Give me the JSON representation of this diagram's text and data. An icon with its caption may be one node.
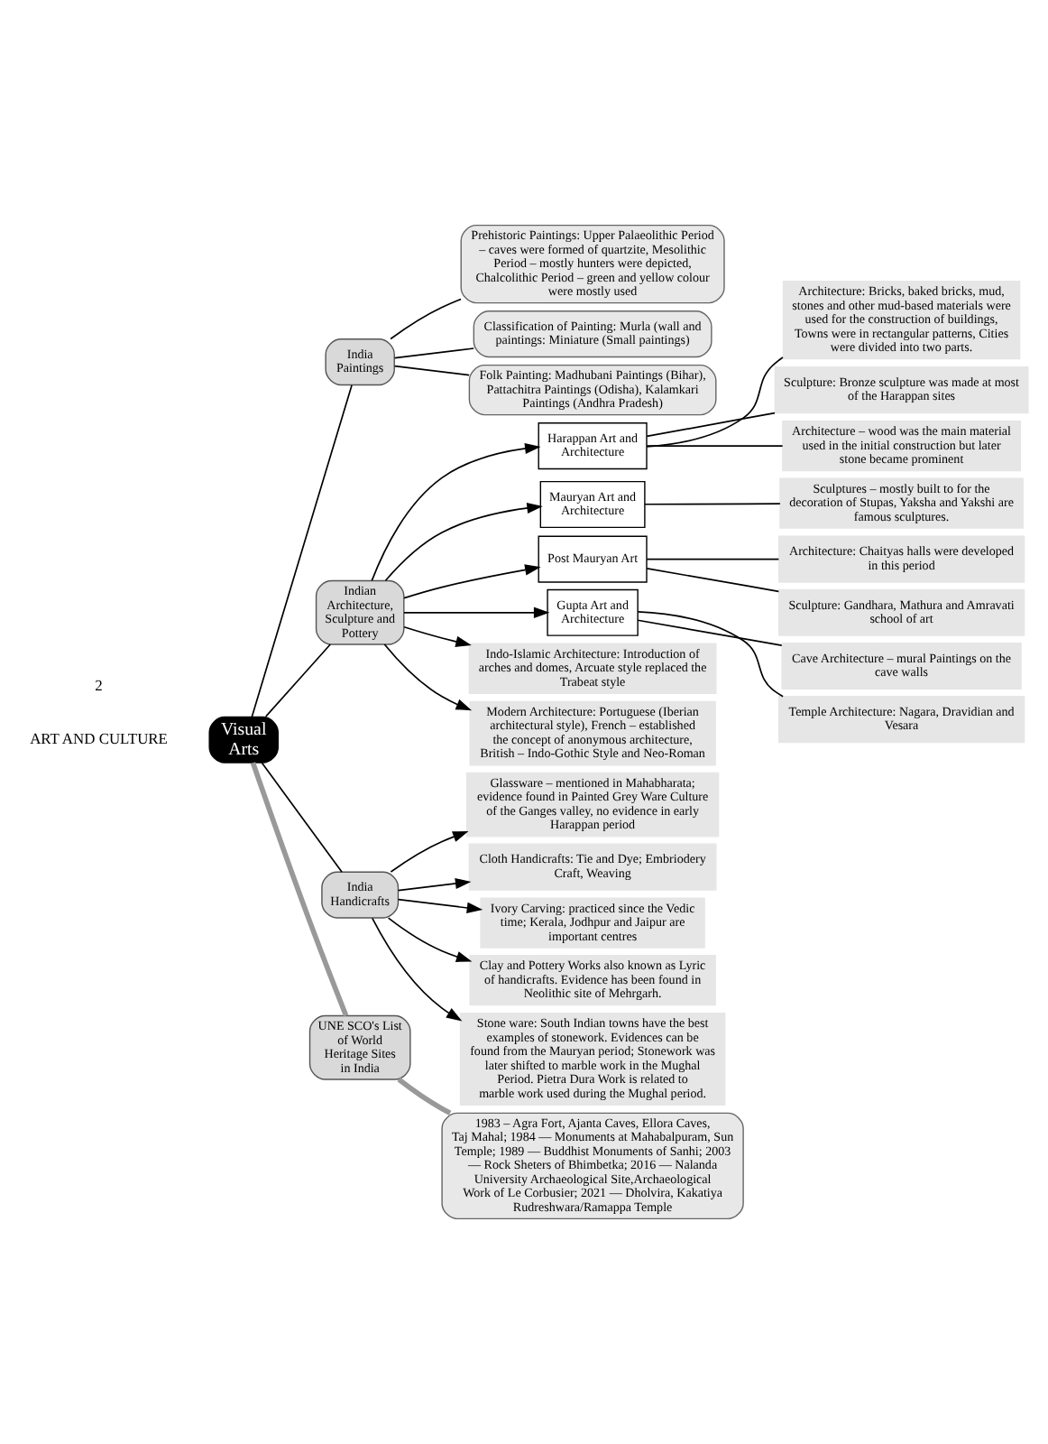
{
  "diagram": {
    "nodes": [
      {
        "text": [
          "Visual Arts"
        ]
      },
      {
        "text": [
          "India Paintings"
        ]
      },
      {
        "text": [
          "Prehistoric Paintings: Upper Palaeolithic Period – caves were formed of quartzite, Mesolithic Period – mostly hunters were depicted, Chalcolithic Period – green and yellow colour were mostly used"
        ]
      },
      {
        "text": [
          "Classification of Painting: Murla (wall and paintings: Miniature (Small paintings)"
        ]
      },
      {
        "text": [
          "Folk Painting: Madhubani Paintings (Bihar), Pattachitra Paintings (Odisha), Kalamkari Paintings (Andhra Pradesh)"
        ]
      },
      {
        "text": [
          "Indian Architecture, Sculpture and Pottery"
        ]
      },
      {
        "text": [
          "Harappan Art and Architecture"
        ]
      },
      {
        "text": [
          "Architecture: Bricks, baked bricks, mud, stones and other mud-based materials were used for the construction of buildings, Towns were in rectangular patterns, Cities were divided into two parts."
        ]
      },
      {
        "text": [
          "Sculpture: Bronze sculpture was made at most of the Harappan sites"
        ]
      },
      {
        "text": [
          "Architecture – wood was the main material used in the initial construction but later stone became prominent"
        ]
      },
      {
        "text": [
          "Mauryan Art and Architecture"
        ]
      },
      {
        "text": [
          "Sculptures – mostly built to for the decoration of Stupas, Yaksha and Yakshi are famous sculptures."
        ]
      },
      {
        "text": [
          "Post Mauryan Art"
        ]
      },
      {
        "text": [
          "Architecture: Chaityas halls were developed in this period"
        ]
      },
      {
        "text": [
          "Sculpture: Gandhara, Mathura and Amravati school of art"
        ]
      },
      {
        "text": [
          "Gupta Art and Architecture"
        ]
      },
      {
        "text": [
          "Cave Architecture – mural Paintings on the cave walls"
        ]
      },
      {
        "text": [
          "Temple Architecture: Nagara, Dravidian and Vesara"
        ]
      },
      {
        "text": [
          "Indo-Islamic Architecture: Introduction of arches and domes, Arcuate style replaced the Trabeat style"
        ]
      },
      {
        "text": [
          "Modern Architecture: Portuguese (Iberian architectural style), French – established the concept of anonymous architecture, British – Indo-Gothic Style and Neo-Roman"
        ]
      },
      {
        "text": [
          "India Handicrafts"
        ]
      },
      {
        "text": [
          "Glassware – mentioned in Mahabharata; evidence found in Painted Grey Ware Culture of the Ganges valley, no evidence in early Harappan period"
        ]
      },
      {
        "text": [
          "Cloth Handicrafts: Tie and Dye; Embriodery Craft, Weaving"
        ]
      },
      {
        "text": [
          "Ivory Carving: practiced since the Vedic time; Kerala, Jodhpur and Jaipur are important centres"
        ]
      },
      {
        "text": [
          "Clay and Pottery Works also known as Lyric of handicrafts. Evidence has been found in Neolithic site of Mehrgarh."
        ]
      },
      {
        "text": [
          "Stone ware: South Indian towns have the best examples of stonework. Evidences can be found from the Mauryan period; Stonework was later shifted to marble work in the Mughal Period. Pietra Dura Work is related to marble work used during the Mughal period."
        ]
      },
      {
        "text": [
          "UNE SCO's List of World Heritage Sites in India"
        ]
      },
      {
        "text": [
          "1983 – Agra Fort, Ajanta Caves, Ellora Caves, Taj Mahal; 1984 — Monuments at Mahabalpuram, Sun Temple; 1989 — Buddhist Monuments of Sanhi; 2003 — Rock Sheters of Bhimbetka; 2016 — Nalanda University Archaeological Site,Archaeological Work of Le Corbusier; 2021 — Dholvira, Kakatiya Rudreshwara/Ramappa Temple"
        ]
      }
    ],
    "edges": [
      {
        "from": 0,
        "to": 1,
        "arrow": "none"
      },
      {
        "from": 1,
        "to": 2,
        "arrow": "none"
      },
      {
        "from": 1,
        "to": 3,
        "arrow": "none"
      },
      {
        "from": 1,
        "to": 4,
        "arrow": "none"
      },
      {
        "from": 0,
        "to": 5,
        "arrow": "none"
      },
      {
        "from": 5,
        "to": 6,
        "arrow": "to"
      },
      {
        "from": 5,
        "to": 10,
        "arrow": "to"
      },
      {
        "from": 5,
        "to": 12,
        "arrow": "to"
      },
      {
        "from": 5,
        "to": 15,
        "arrow": "to"
      },
      {
        "from": 5,
        "to": 18,
        "arrow": "to"
      },
      {
        "from": 5,
        "to": 19,
        "arrow": "to"
      },
      {
        "from": 6,
        "to": 7,
        "arrow": "none"
      },
      {
        "from": 6,
        "to": 8,
        "arrow": "none"
      },
      {
        "from": 6,
        "to": 9,
        "arrow": "none"
      },
      {
        "from": 10,
        "to": 11,
        "arrow": "none"
      },
      {
        "from": 12,
        "to": 13,
        "arrow": "none"
      },
      {
        "from": 12,
        "to": 14,
        "arrow": "none"
      },
      {
        "from": 15,
        "to": 16,
        "arrow": "none"
      },
      {
        "from": 15,
        "to": 17,
        "arrow": "none"
      },
      {
        "from": 0,
        "to": 20,
        "arrow": "none"
      },
      {
        "from": 20,
        "to": 21,
        "arrow": "to"
      },
      {
        "from": 20,
        "to": 22,
        "arrow": "to"
      },
      {
        "from": 20,
        "to": 23,
        "arrow": "to"
      },
      {
        "from": 20,
        "to": 24,
        "arrow": "to"
      },
      {
        "from": 20,
        "to": 25,
        "arrow": "to"
      },
      {
        "from": 0,
        "to": 26,
        "arrow": "none",
        "style": "thick",
        "color": "#999999"
      },
      {
        "from": 26,
        "to": 27,
        "arrow": "none",
        "style": "thick",
        "color": "#999999"
      }
    ],
    "labels": [
      "2",
      "ART AND CULTURE"
    ]
  }
}
